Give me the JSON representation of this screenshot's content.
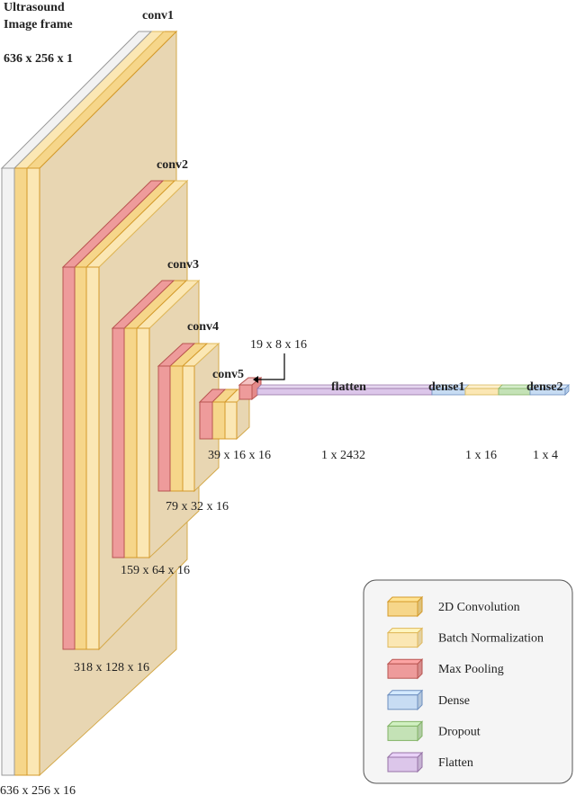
{
  "input": {
    "title_line1": "Ultrasound",
    "title_line2": "Image frame",
    "size": "636 x 256 x 1"
  },
  "layers": [
    {
      "name": "conv1",
      "output": "636 x 256 x 16"
    },
    {
      "name": "conv2",
      "output": "318 x 128 x 16"
    },
    {
      "name": "conv3",
      "output": "159 x 64 x 16"
    },
    {
      "name": "conv4",
      "output": "79 x 32 x 16"
    },
    {
      "name": "conv5",
      "output": "39 x 16 x 16"
    }
  ],
  "pool_output": "19 x 8 x 16",
  "flatten": {
    "name": "flatten",
    "output": "1 x 2432"
  },
  "dense1": {
    "name": "dense1",
    "output": "1 x 16"
  },
  "dense2": {
    "name": "dense2",
    "output": "1 x 4"
  },
  "legend": [
    {
      "label": "2D Convolution",
      "color": "#f6d68a",
      "stroke": "#d49a2a"
    },
    {
      "label": "Batch Normalization",
      "color": "#fbe7b4",
      "stroke": "#e0b85a"
    },
    {
      "label": "Max Pooling",
      "color": "#ee9b9b",
      "stroke": "#b85450"
    },
    {
      "label": "Dense",
      "color": "#c7dcf3",
      "stroke": "#6c8ebf"
    },
    {
      "label": "Dropout",
      "color": "#c4e2b6",
      "stroke": "#82b366"
    },
    {
      "label": "Flatten",
      "color": "#dcc6ea",
      "stroke": "#9673a6"
    }
  ]
}
